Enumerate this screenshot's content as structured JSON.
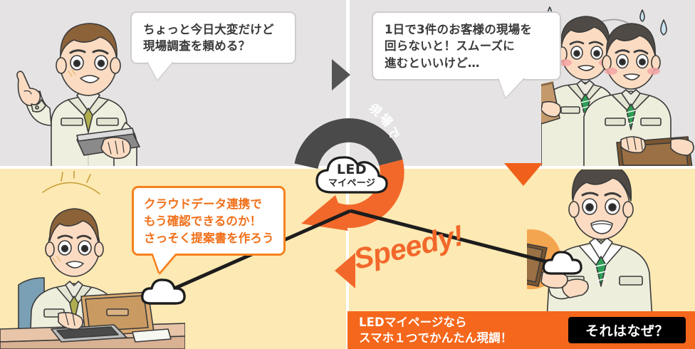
{
  "meta": {
    "title": "LEDマイページ 現場調査フロー",
    "colors": {
      "top_bg": "#e5e3e3",
      "bottom_bg": "#fde9b3",
      "orange": "#f5671c",
      "orange_light": "#f2682a",
      "dark_gray": "#4a4a4a",
      "black": "#000000",
      "white": "#ffffff"
    }
  },
  "panels": {
    "top_left": {
      "name": "依頼シーン",
      "bubble": "ちょっと今日大変だけど\n現場調査を頼める？",
      "character": "上司・指差しする男性社員"
    },
    "top_right": {
      "name": "現場移動シーン",
      "bubble": "1日で3件のお客様の現場を\n回らないと！スムーズに\n進むといいけど…",
      "character": "困り顔の作業員2名"
    },
    "bottom_left": {
      "name": "オフィス確認シーン",
      "bubble": "クラウドデータ連携で\nもう確認できるのか！\nさっそく提案書を作ろう",
      "character": "ノートパソコンで作業する男性"
    },
    "bottom_right": {
      "name": "現場スマホ入力シーン",
      "character": "スマートフォンを指差す笑顔の作業員"
    }
  },
  "cycle": {
    "arc_label": "現場で",
    "badge_line1": "LED",
    "badge_line2": "マイページ",
    "speedy_label": "Speedy!"
  },
  "markers": {
    "next_arrow": "right-triangle-dark",
    "down_arrow": "down-triangle-orange",
    "left_arrow": "left-triangle-orange"
  },
  "banner": {
    "text": "LEDマイページなら\nスマホ１つでかんたん現調！",
    "cta_label": "それはなぜ？"
  }
}
